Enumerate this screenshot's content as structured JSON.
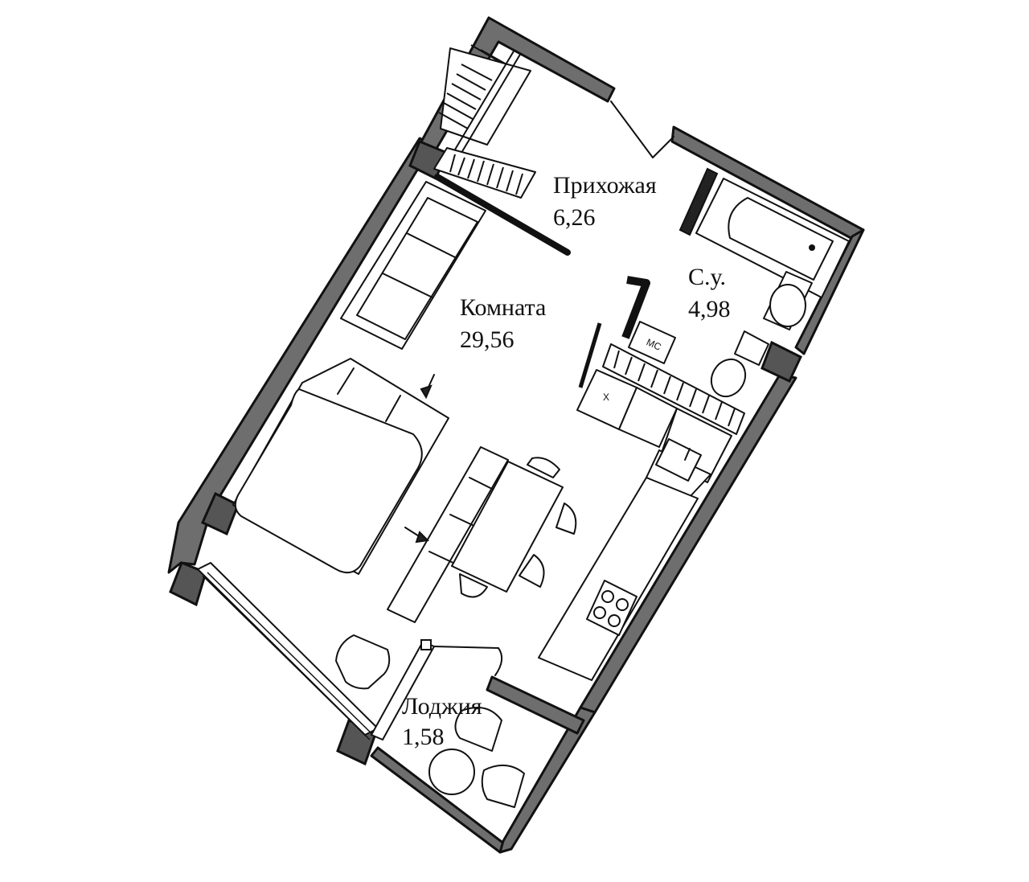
{
  "rooms": [
    {
      "name": "Прихожая",
      "area": "6,26"
    },
    {
      "name": "Комната",
      "area": "29,56"
    },
    {
      "name": "С.у.",
      "area": "4,98"
    },
    {
      "name": "Лоджия",
      "area": "1,58"
    }
  ],
  "markings": {
    "washer": "МС",
    "fridge": "Х"
  }
}
